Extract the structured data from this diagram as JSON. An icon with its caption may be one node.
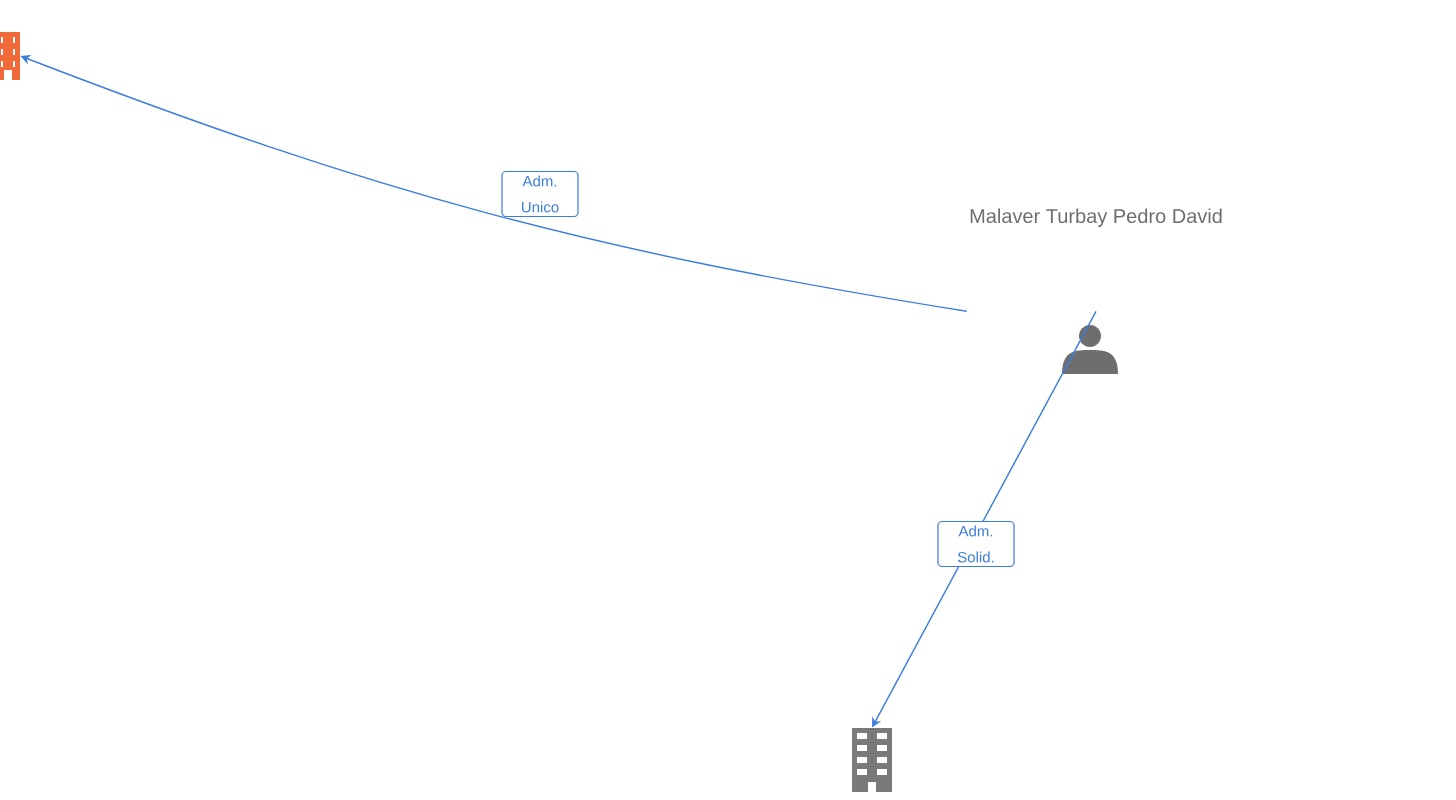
{
  "diagram": {
    "nodes": [
      {
        "text": [],
        "shape": "building"
      },
      {
        "text": [
          "Malaver Turbay Pedro David"
        ]
      },
      {
        "text": [],
        "shape": "building"
      }
    ],
    "edges": [
      {
        "from": 1,
        "to": 0,
        "arrow": "to",
        "label": "Adm. Unico"
      },
      {
        "from": 1,
        "to": 2,
        "arrow": "to",
        "label": "Adm. Solid."
      }
    ]
  }
}
